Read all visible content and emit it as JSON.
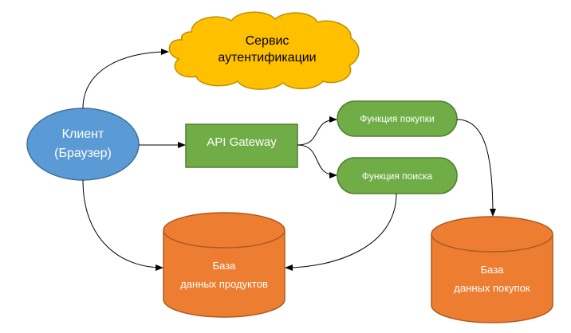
{
  "nodes": {
    "auth_service": {
      "label": "Сервис\nаутентификации",
      "color": "#FFC000"
    },
    "client": {
      "label": "Клиент\n(Браузер)",
      "color": "#5B9BD5"
    },
    "api_gateway": {
      "label": "API Gateway",
      "color": "#70AD47"
    },
    "purchase_function": {
      "label": "Функция покупки",
      "color": "#70AD47"
    },
    "search_function": {
      "label": "Функция поиска",
      "color": "#70AD47"
    },
    "products_db": {
      "label": "База\nданных продуктов",
      "color": "#ED7D31"
    },
    "purchases_db": {
      "label": "База\nданных покупок",
      "color": "#ED7D31"
    }
  },
  "edges": [
    {
      "from": "client",
      "to": "auth_service"
    },
    {
      "from": "client",
      "to": "api_gateway"
    },
    {
      "from": "client",
      "to": "products_db"
    },
    {
      "from": "api_gateway",
      "to": "purchase_function"
    },
    {
      "from": "api_gateway",
      "to": "search_function"
    },
    {
      "from": "purchase_function",
      "to": "purchases_db"
    },
    {
      "from": "search_function",
      "to": "products_db"
    }
  ]
}
